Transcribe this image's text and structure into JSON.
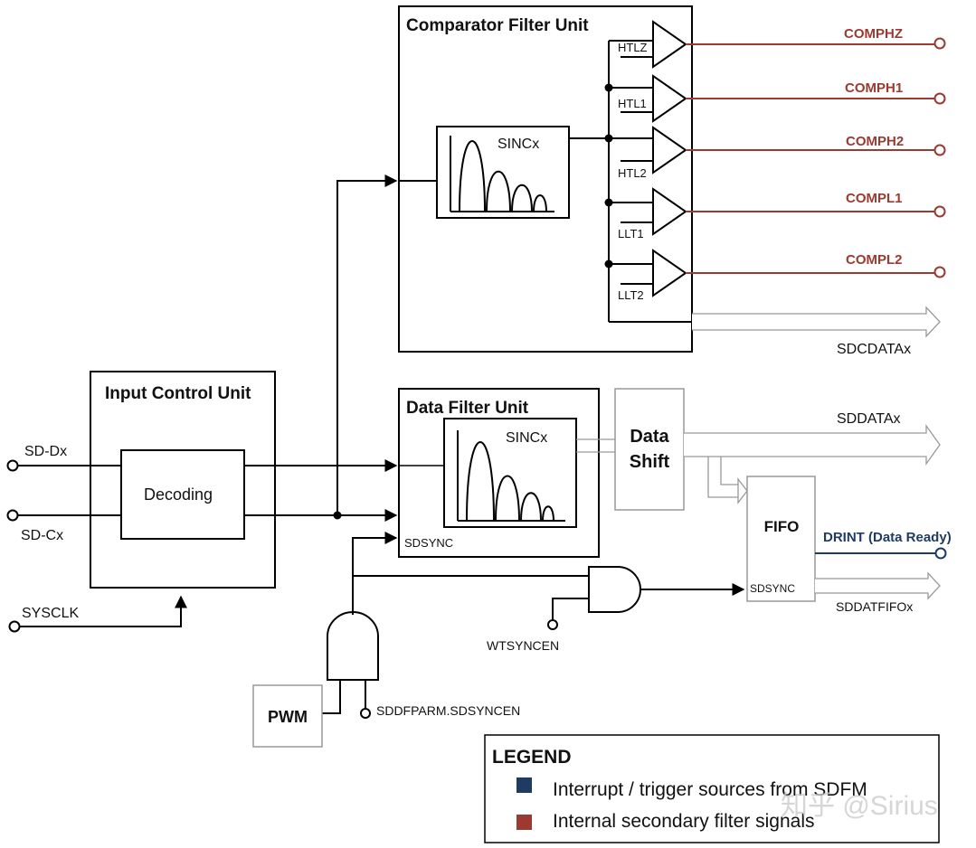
{
  "comparator_unit": {
    "title": "Comparator Filter Unit",
    "filter_label": "SINCx",
    "comparators": [
      {
        "threshold": "HTLZ",
        "output": "COMPHZ"
      },
      {
        "threshold": "HTL1",
        "output": "COMPH1"
      },
      {
        "threshold": "HTL2",
        "output": "COMPH2"
      },
      {
        "threshold": "LLT1",
        "output": "COMPL1"
      },
      {
        "threshold": "LLT2",
        "output": "COMPL2"
      }
    ],
    "bus_output": "SDCDATAx"
  },
  "input_control_unit": {
    "title": "Input Control Unit",
    "decoder_label": "Decoding",
    "inputs": [
      "SD-Dx",
      "SD-Cx",
      "SYSCLK"
    ]
  },
  "data_filter_unit": {
    "title": "Data Filter Unit",
    "filter_label": "SINCx",
    "sync_label": "SDSYNC",
    "bus_output": "SDDATAx"
  },
  "data_shift": {
    "line1": "Data",
    "line2": "Shift"
  },
  "fifo": {
    "title": "FIFO",
    "sync_label": "SDSYNC",
    "interrupt_output": "DRINT (Data Ready)",
    "bus_output": "SDDATFIFOx"
  },
  "wtsync_label": "WTSYNCEN",
  "pwm_label": "PWM",
  "sdsync_enable_label": "SDDFPARM.SDSYNCEN",
  "legend": {
    "title": "LEGEND",
    "items": [
      {
        "label": "Interrupt / trigger sources from SDFM",
        "color": "#1f3b63"
      },
      {
        "label": "Internal secondary filter signals",
        "color": "#9b3a30"
      }
    ]
  },
  "watermark": "知乎 @Sirius",
  "colors": {
    "interrupt": "#1f3b63",
    "internal": "#9b3a30"
  }
}
